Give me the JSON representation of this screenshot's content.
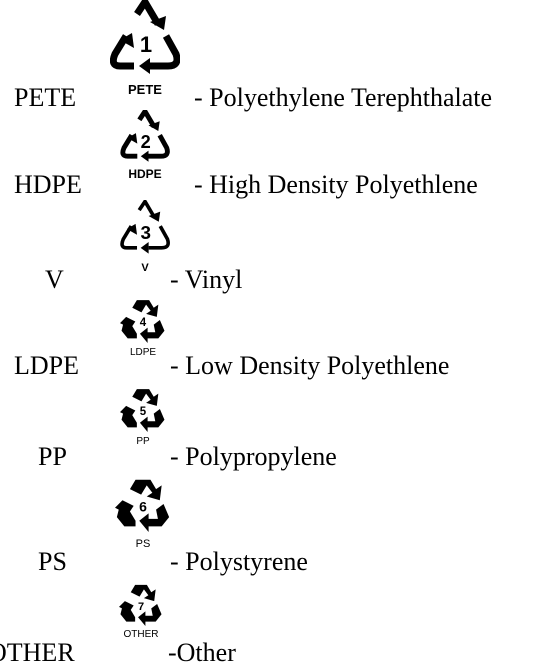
{
  "resin_codes": [
    {
      "number": "1",
      "abbr": "PETE",
      "code_label": "PETE",
      "description": "- Polyethylene Terephthalate",
      "style": "outline"
    },
    {
      "number": "2",
      "abbr": "HDPE",
      "code_label": "HDPE",
      "description": "- High Density Polyethlene",
      "style": "outline"
    },
    {
      "number": "3",
      "abbr": "V",
      "code_label": "V",
      "description": "- Vinyl",
      "style": "outline"
    },
    {
      "number": "4",
      "abbr": "LDPE",
      "code_label": "LDPE",
      "description": "- Low Density Polyethlene",
      "style": "solid"
    },
    {
      "number": "5",
      "abbr": "PP",
      "code_label": "PP",
      "description": "- Polypropylene",
      "style": "solid"
    },
    {
      "number": "6",
      "abbr": "PS",
      "code_label": "PS",
      "description": "- Polystyrene",
      "style": "solid"
    },
    {
      "number": "7",
      "abbr": "OTHER",
      "code_label": "OTHER",
      "description": "-Other",
      "style": "solid"
    }
  ],
  "icons": {
    "outline": "recycle-triangle-outline-icon",
    "solid": "recycle-triangle-solid-icon"
  },
  "colors": {
    "text": "#000000",
    "background": "#ffffff"
  }
}
